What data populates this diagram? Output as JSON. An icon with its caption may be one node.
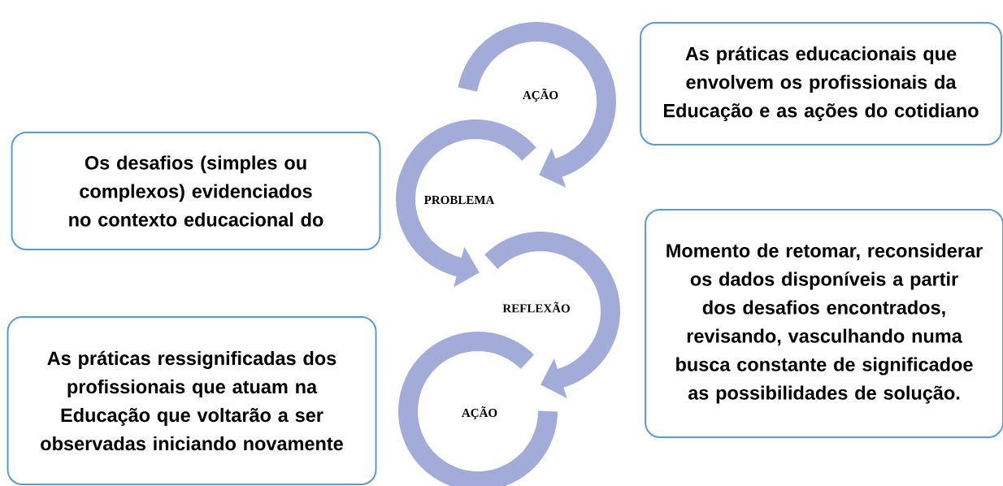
{
  "diagram": {
    "nodes": [
      {
        "text": [
          "As práticas educacionais que envolvem os profissionais da Educação e as ações do cotidiano"
        ]
      },
      {
        "text": [
          "Os desafios (simples ou complexos) evidenciados no contexto educacional do"
        ]
      },
      {
        "text": [
          "Momento de retomar, reconsiderar os dados disponíveis a partir dos desafios encontrados, revisando, vasculhando numa busca constante de significadoe as possibilidades de solução."
        ]
      },
      {
        "text": [
          "As práticas ressignificadas dos profissionais que atuam na Educação que voltarão a ser observadas iniciando novamente"
        ]
      }
    ],
    "labels": [
      "AÇÃO",
      "PROBLEMA",
      "REFLEXÃO",
      "AÇÃO"
    ]
  }
}
